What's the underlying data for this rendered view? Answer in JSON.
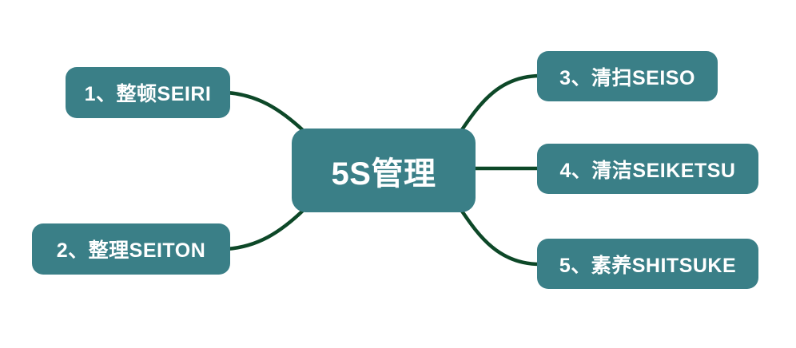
{
  "diagram": {
    "type": "mindmap",
    "central": {
      "label": "5S管理"
    },
    "branches": [
      {
        "id": 1,
        "label": "1、整顿SEIRI",
        "position": "top-left"
      },
      {
        "id": 2,
        "label": "2、整理SEITON",
        "position": "bottom-left"
      },
      {
        "id": 3,
        "label": "3、清扫SEISO",
        "position": "top-right"
      },
      {
        "id": 4,
        "label": "4、清洁SEIKETSU",
        "position": "middle-right"
      },
      {
        "id": 5,
        "label": "5、素养SHITSUKE",
        "position": "bottom-right"
      }
    ],
    "colors": {
      "node_fill": "#3a7f87",
      "connector": "#0d4828",
      "text": "#ffffff",
      "background": "#ffffff"
    }
  }
}
